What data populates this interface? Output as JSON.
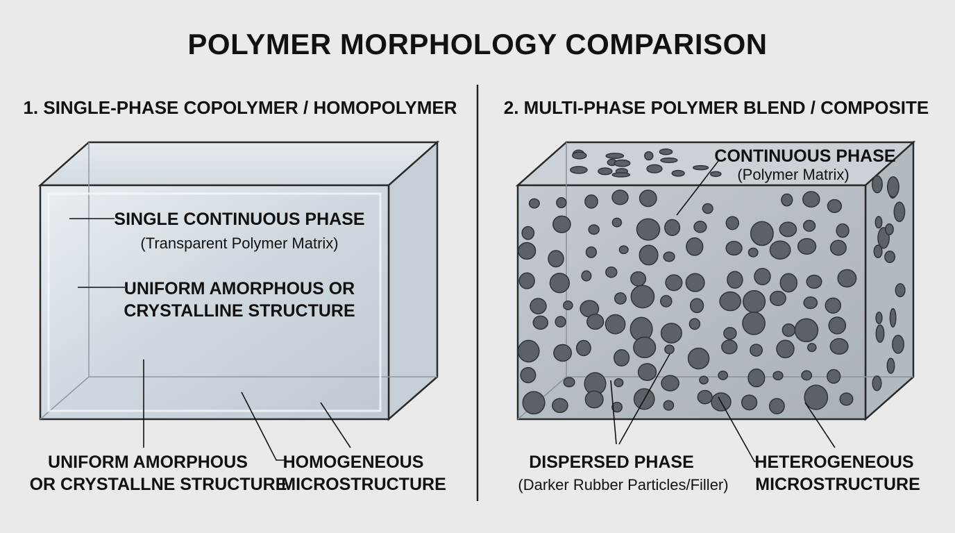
{
  "title": "POLYMER MORPHOLOGY COMPARISON",
  "panel_left": {
    "heading": "1. SINGLE-PHASE COPOLYMER / HOMOPOLYMER",
    "label_phase": {
      "line1": "SINGLE CONTINUOUS PHASE",
      "line2": "(Transparent Polymer Matrix)"
    },
    "label_structure": {
      "line1": "UNIFORM AMORPHOUS OR",
      "line2": "CRYSTALLINE STRUCTURE"
    },
    "label_bottom_structure": {
      "line1": "UNIFORM AMORPHOUS",
      "line2": "OR CRYSTALLNE STRUCTURE"
    },
    "label_micro": {
      "line1": "HOMOGENEOUS",
      "line2": "MICROSTRUCTURE"
    }
  },
  "panel_right": {
    "heading": "2. MULTI-PHASE POLYMER BLEND / COMPOSITE",
    "label_continuous": {
      "line1": "CONTINUOUS PHASE",
      "line2": "(Polymer Matrix)"
    },
    "label_dispersed": {
      "line1": "DISPERSED PHASE",
      "line2": "(Darker Rubber Particles/Filler)"
    },
    "label_micro": {
      "line1": "HETEROGENEOUS",
      "line2": "MICROSTRUCTURE"
    }
  },
  "colors": {
    "background": "#eaeaea",
    "clear_block_face": "#cdd5dc",
    "filled_block_face": "#b9c0c6",
    "particle": "#5b6167",
    "outline": "#222222"
  }
}
